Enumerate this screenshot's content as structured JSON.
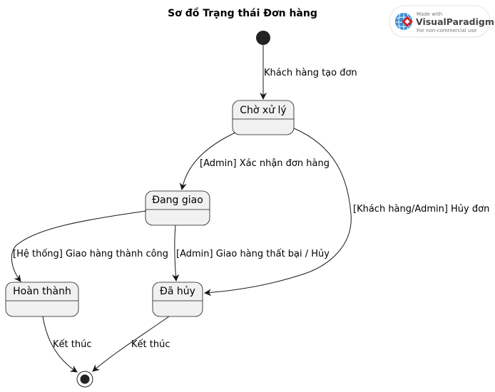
{
  "diagram": {
    "title": "Sơ đồ Trạng thái Đơn hàng",
    "states": {
      "pending": "Chờ xử lý",
      "shipping": "Đang giao",
      "done": "Hoàn thành",
      "cancelled": "Đã hủy"
    },
    "transitions": {
      "create": "Khách hàng tạo đơn",
      "confirm": "[Admin] Xác nhận đơn hàng",
      "cancel_order": "[Khách hàng/Admin] Hủy đơn",
      "delivered": "[Hệ thống] Giao hàng thành công",
      "delivery_failed": "[Admin] Giao hàng thất bại / Hủy",
      "end_done": "Kết thúc",
      "end_cancelled": "Kết thúc"
    }
  },
  "watermark": {
    "made_with": "Made with",
    "brand": "VisualParadigm",
    "license": "For non-commercial use"
  }
}
